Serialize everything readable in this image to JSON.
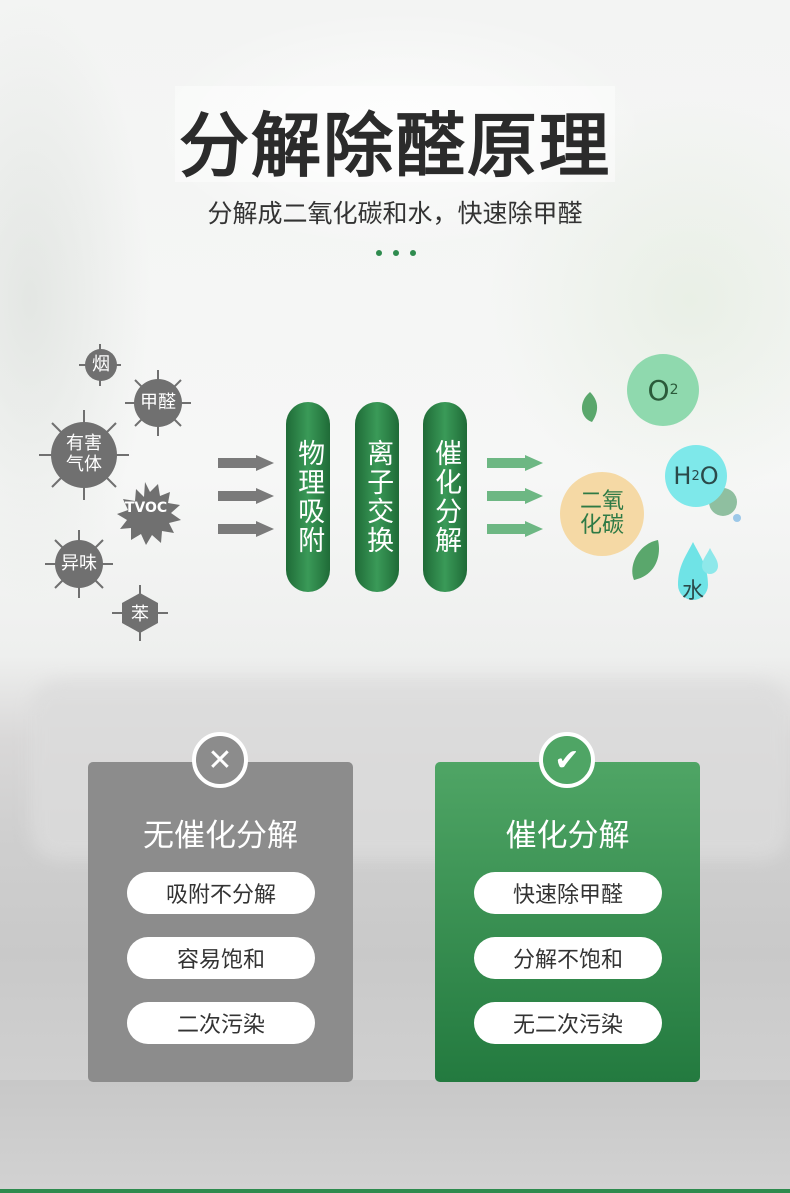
{
  "header": {
    "title": "分解除醛原理",
    "subtitle": "分解成二氧化碳和水，快速除甲醛"
  },
  "pollutants": [
    "烟",
    "甲醛",
    "有害气体",
    "TVOC",
    "异味",
    "苯"
  ],
  "pollutant_lines": {
    "harmful_gas": [
      "有害",
      "气体"
    ]
  },
  "stages": [
    "物理吸附",
    "离子交换",
    "催化分解"
  ],
  "products": {
    "o2": "O",
    "o2_sub": "2",
    "h2o_h": "H",
    "h2o_sub": "2",
    "h2o_o": "O",
    "co2": [
      "二氧",
      "化碳"
    ],
    "water": "水"
  },
  "colors": {
    "accent": "#2e8b4e",
    "gray": "#707070",
    "o2": "#8fd9ae",
    "h2o": "#7ee8ea",
    "co2": "#f5d9a5"
  },
  "cards": [
    {
      "icon": "x-icon",
      "title": "无催化分解",
      "items": [
        "吸附不分解",
        "容易饱和",
        "二次污染"
      ]
    },
    {
      "icon": "check-icon",
      "title": "催化分解",
      "items": [
        "快速除甲醛",
        "分解不饱和",
        "无二次污染"
      ]
    }
  ]
}
